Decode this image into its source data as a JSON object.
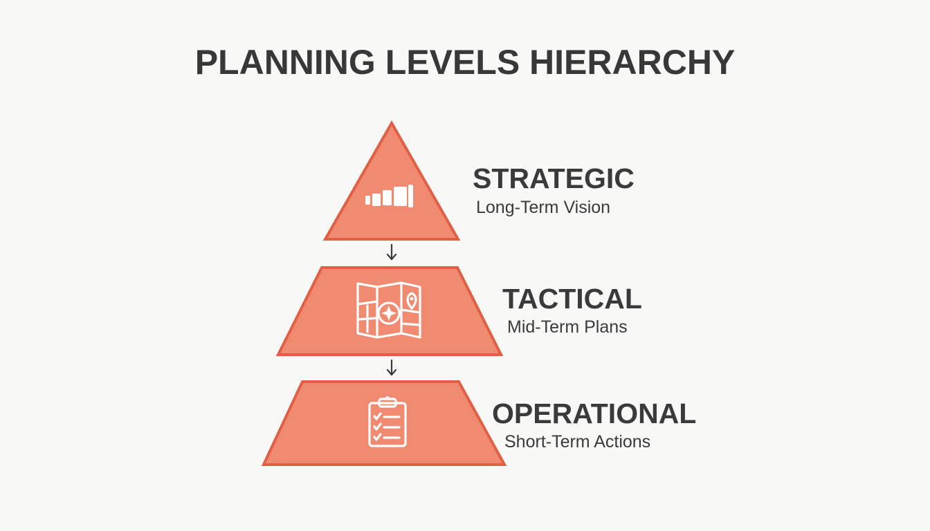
{
  "title": "PLANNING LEVELS HIERARCHY",
  "colors": {
    "background": "#f8f8f7",
    "shape_fill": "#f08a70",
    "shape_stroke": "#e05f45",
    "text": "#3a3a3a",
    "icon": "#ffffff"
  },
  "levels": [
    {
      "name": "STRATEGIC",
      "description": "Long-Term Vision",
      "icon": "telescope-icon"
    },
    {
      "name": "TACTICAL",
      "description": "Mid-Term Plans",
      "icon": "map-icon"
    },
    {
      "name": "OPERATIONAL",
      "description": "Short-Term Actions",
      "icon": "clipboard-checklist-icon"
    }
  ],
  "connectors": [
    "arrow-down-icon",
    "arrow-down-icon"
  ]
}
